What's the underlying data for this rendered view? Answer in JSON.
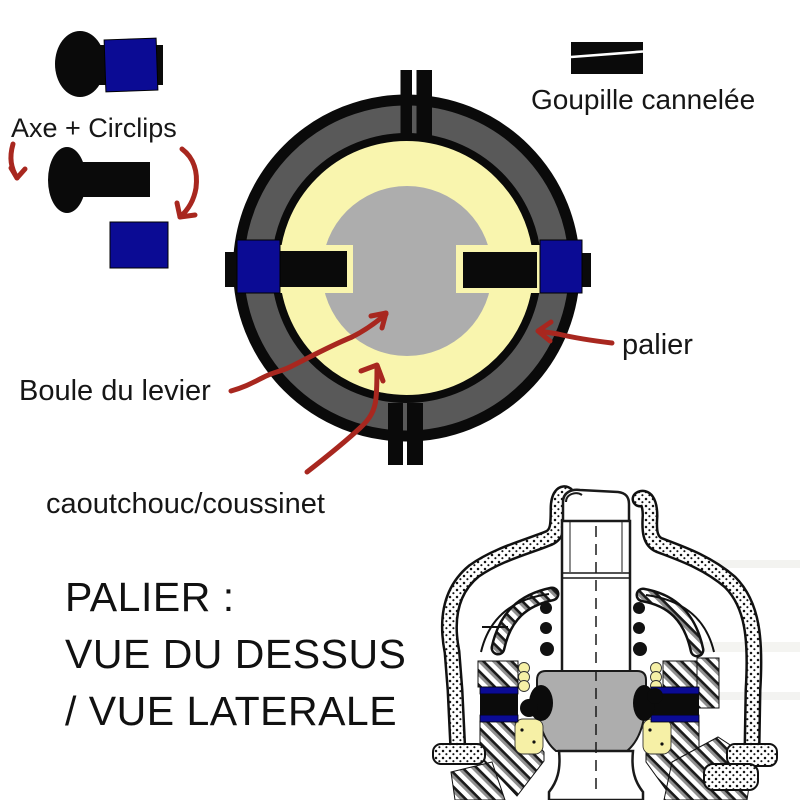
{
  "labels": {
    "axe_circlips": "Axe + Circlips",
    "goupille": "Goupille cannelée",
    "palier": "palier",
    "boule": "Boule du levier",
    "caoutchouc": "caoutchouc/coussinet"
  },
  "caption": {
    "line1": "PALIER :",
    "line2": "VUE DU DESSUS",
    "line3": "/ VUE LATERALE"
  },
  "icons": {
    "annotation_arrows": "hand-drawn-red-arrow"
  },
  "colors": {
    "navy": "#0b0b94",
    "ring": "#595959",
    "cream": "#f9f5ae",
    "ball": "#adadad",
    "ink": "#0a0a0a",
    "arrow": "#a8271f",
    "cushion": "#f6f0a6"
  }
}
